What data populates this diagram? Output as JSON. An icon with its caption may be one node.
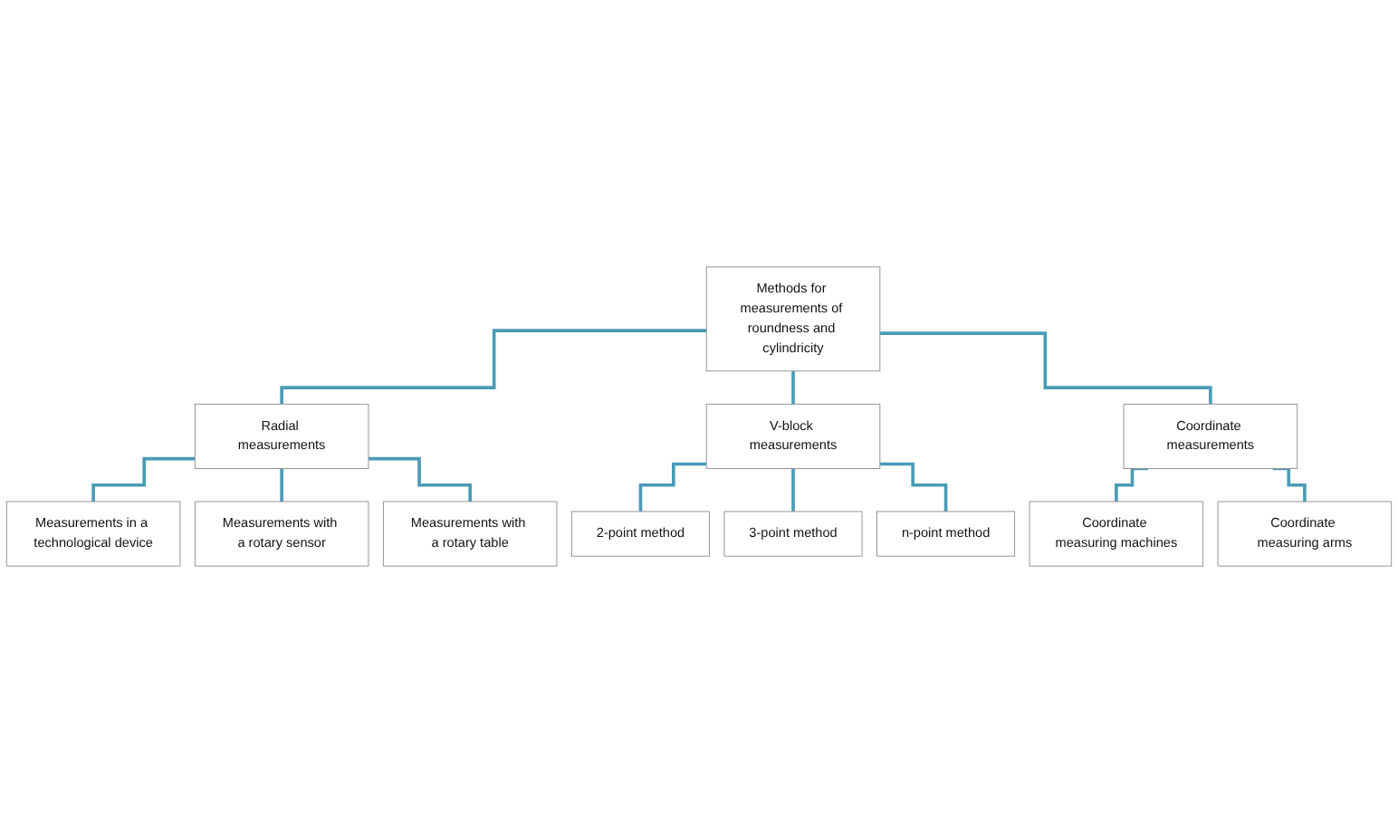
{
  "diagram": {
    "nodes": [
      {
        "text": [
          "Methods for measurements of roundness and cylindricity"
        ]
      },
      {
        "text": [
          "Radial measurements"
        ]
      },
      {
        "text": [
          "V-block measurements"
        ]
      },
      {
        "text": [
          "Coordinate measurements"
        ]
      },
      {
        "text": [
          "Measurements in a technological device"
        ]
      },
      {
        "text": [
          "Measurements with a rotary sensor"
        ]
      },
      {
        "text": [
          "Measurements with a rotary table"
        ]
      },
      {
        "text": [
          "2-point method"
        ]
      },
      {
        "text": [
          "3-point method"
        ]
      },
      {
        "text": [
          "n-point method"
        ]
      },
      {
        "text": [
          "Coordinate measuring machines"
        ]
      },
      {
        "text": [
          "Coordinate measuring arms"
        ]
      }
    ],
    "edges": [
      {
        "from": 0,
        "to": 1,
        "arrow": "none"
      },
      {
        "from": 0,
        "to": 2,
        "arrow": "none"
      },
      {
        "from": 0,
        "to": 3,
        "arrow": "none"
      },
      {
        "from": 1,
        "to": 4,
        "arrow": "none"
      },
      {
        "from": 1,
        "to": 5,
        "arrow": "none"
      },
      {
        "from": 1,
        "to": 6,
        "arrow": "none"
      },
      {
        "from": 2,
        "to": 7,
        "arrow": "none"
      },
      {
        "from": 2,
        "to": 8,
        "arrow": "none"
      },
      {
        "from": 2,
        "to": 9,
        "arrow": "none"
      },
      {
        "from": 3,
        "to": 10,
        "arrow": "none"
      },
      {
        "from": 3,
        "to": 11,
        "arrow": "none"
      }
    ]
  }
}
